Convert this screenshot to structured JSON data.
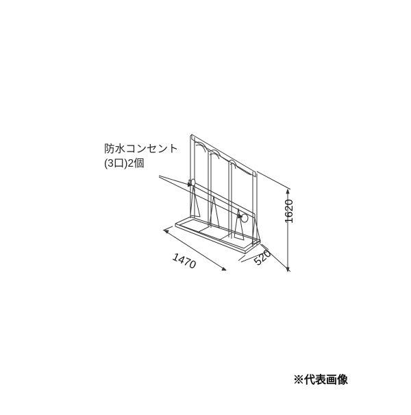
{
  "diagram": {
    "subject": "outdoor cabinet frame with waterproof outlets",
    "callout": {
      "line1": "防水コンセント",
      "line2": "(3口)2個"
    },
    "dimensions": {
      "width": "1470",
      "depth": "520",
      "height": "1620"
    },
    "note": "※代表画像",
    "colors": {
      "line": "#333333",
      "background": "#ffffff",
      "text": "#111111"
    }
  }
}
